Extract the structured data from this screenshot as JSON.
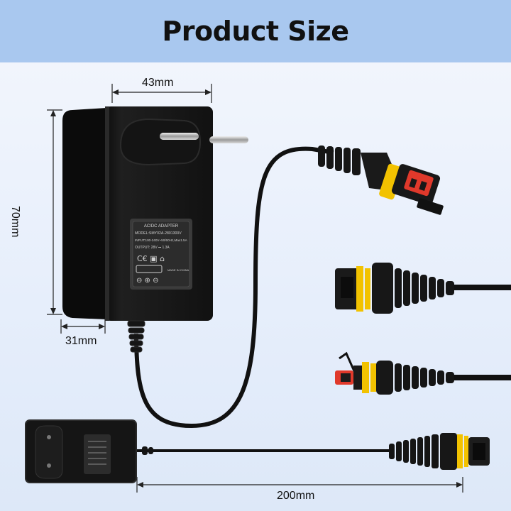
{
  "header": {
    "title": "Product Size",
    "background": "#a9c8ef"
  },
  "dimensions": {
    "width": "43mm",
    "height": "70mm",
    "depth": "31mm",
    "cable_length": "200mm"
  },
  "label": {
    "title": "AC/DC ADAPTER",
    "model": "MODEL:SMY02A-2801300V",
    "input": "INPUT:100-240V~50/60Hz,Max1.5A",
    "output": "OUTPUT: 28V ⎓ 1.3A",
    "origin": "MADE IN CHINA"
  },
  "colors": {
    "adapter": "#1a1a1a",
    "connector_yellow": "#f2c200",
    "connector_red": "#e0392b"
  }
}
